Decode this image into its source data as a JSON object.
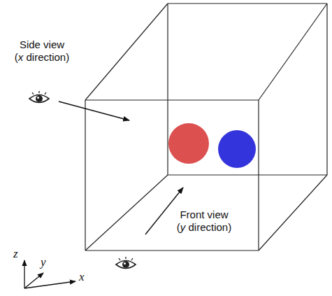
{
  "diagram": {
    "labels": [
      "Side view (x direction)",
      "Front view (y direction)",
      "z",
      "y",
      "x"
    ]
  }
}
